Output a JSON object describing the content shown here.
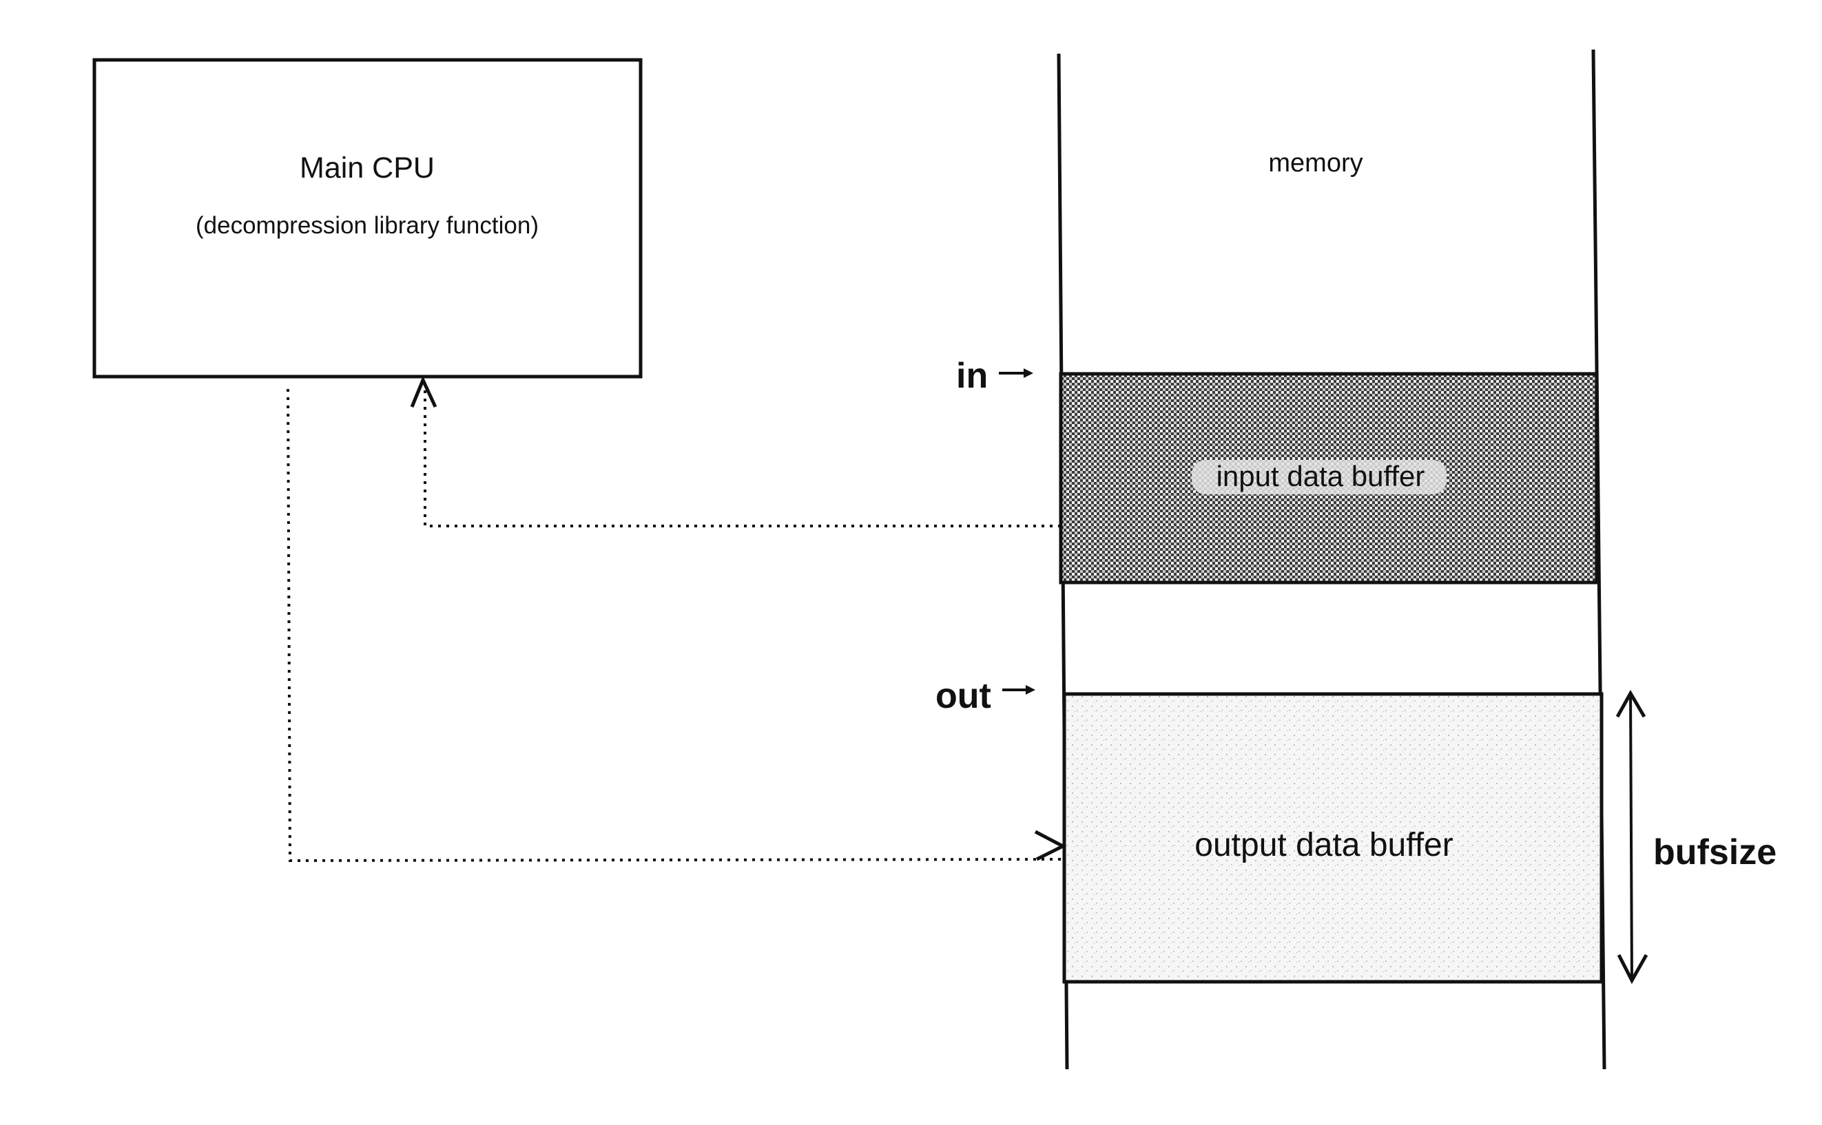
{
  "cpu": {
    "title": "Main CPU",
    "subtitle": "(decompression library function)"
  },
  "memory": {
    "label": "memory",
    "input_buffer": {
      "label": "input data buffer",
      "pointer_label": "in"
    },
    "output_buffer": {
      "label": "output data buffer",
      "pointer_label": "out",
      "size_label": "bufsize"
    }
  },
  "flows": [
    {
      "from": "input data buffer",
      "to": "Main CPU",
      "style": "dotted"
    },
    {
      "from": "Main CPU",
      "to": "output data buffer",
      "style": "dotted"
    }
  ],
  "colors": {
    "stroke": "#111111",
    "input_fill": "#9a9a9a",
    "output_fill": "#eeeeee",
    "background": "#ffffff"
  }
}
